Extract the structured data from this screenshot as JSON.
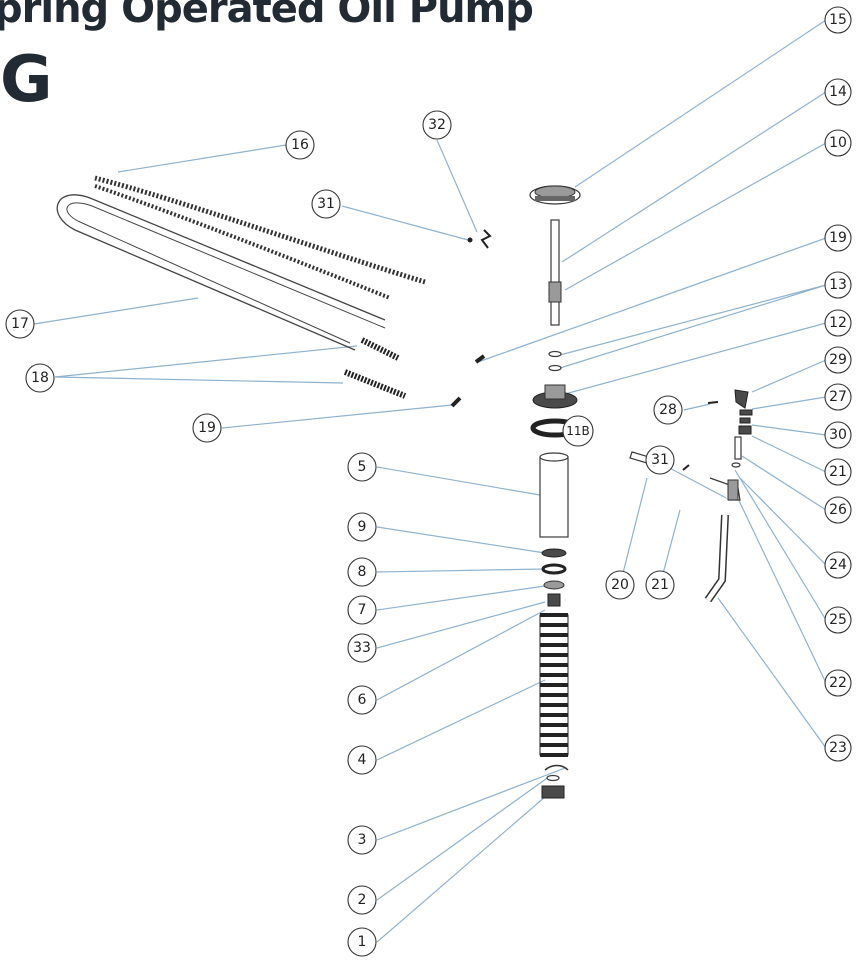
{
  "header": {
    "title": "pring Operated Oil Pump",
    "letter": "G"
  },
  "colors": {
    "title": "#222a33",
    "leader_line": "#8fb2cf",
    "part_outline": "#3a3a3a"
  },
  "callouts": [
    {
      "id": "c15",
      "label": "15"
    },
    {
      "id": "c14",
      "label": "14"
    },
    {
      "id": "c10",
      "label": "10"
    },
    {
      "id": "c19a",
      "label": "19"
    },
    {
      "id": "c13",
      "label": "13"
    },
    {
      "id": "c12",
      "label": "12"
    },
    {
      "id": "c29",
      "label": "29"
    },
    {
      "id": "c27",
      "label": "27"
    },
    {
      "id": "c30",
      "label": "30"
    },
    {
      "id": "c21a",
      "label": "21"
    },
    {
      "id": "c26",
      "label": "26"
    },
    {
      "id": "c24",
      "label": "24"
    },
    {
      "id": "c25",
      "label": "25"
    },
    {
      "id": "c22",
      "label": "22"
    },
    {
      "id": "c23",
      "label": "23"
    },
    {
      "id": "c16",
      "label": "16"
    },
    {
      "id": "c32",
      "label": "32"
    },
    {
      "id": "c31a",
      "label": "31"
    },
    {
      "id": "c17",
      "label": "17"
    },
    {
      "id": "c18",
      "label": "18"
    },
    {
      "id": "c19b",
      "label": "19"
    },
    {
      "id": "c11b",
      "label": "11B"
    },
    {
      "id": "c28",
      "label": "28"
    },
    {
      "id": "c31b",
      "label": "31"
    },
    {
      "id": "c20",
      "label": "20"
    },
    {
      "id": "c21b",
      "label": "21"
    },
    {
      "id": "c5",
      "label": "5"
    },
    {
      "id": "c9",
      "label": "9"
    },
    {
      "id": "c8",
      "label": "8"
    },
    {
      "id": "c7",
      "label": "7"
    },
    {
      "id": "c33",
      "label": "33"
    },
    {
      "id": "c6",
      "label": "6"
    },
    {
      "id": "c4",
      "label": "4"
    },
    {
      "id": "c3",
      "label": "3"
    },
    {
      "id": "c2",
      "label": "2"
    },
    {
      "id": "c1",
      "label": "1"
    }
  ]
}
